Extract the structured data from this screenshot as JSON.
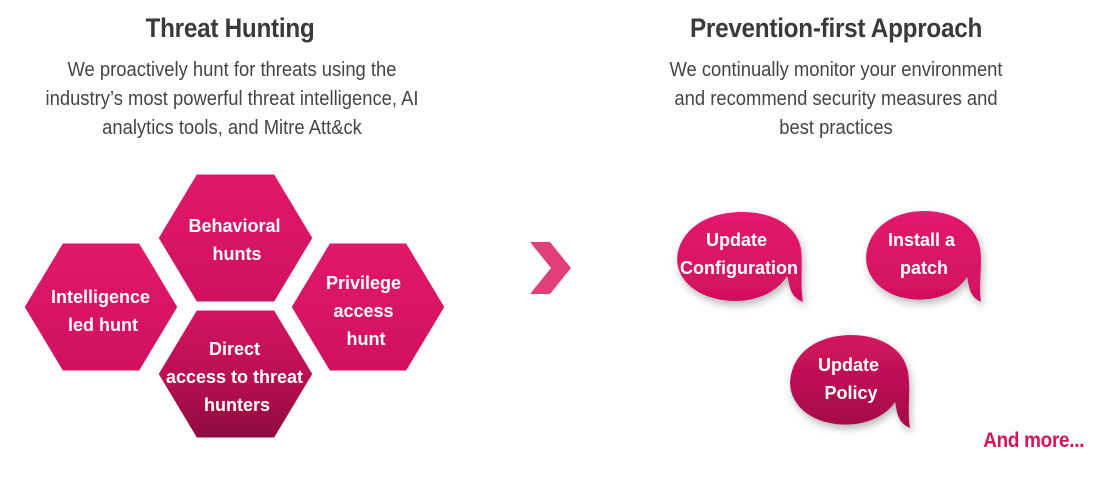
{
  "threat_hunting": {
    "title": "Threat Hunting",
    "description": "We proactively hunt for threats using the industry’s most powerful threat intelligence, AI analytics tools, and Mitre Att&ck",
    "hexagons": [
      {
        "label": "Behavioral hunts",
        "lines": [
          "Behavioral",
          "hunts"
        ]
      },
      {
        "label": "Intelligence led hunt",
        "lines": [
          "Intelligence",
          "led hunt"
        ]
      },
      {
        "label": "Privilege access hunt",
        "lines": [
          "Privilege",
          "access",
          "hunt"
        ]
      },
      {
        "label": "Direct access to threat hunters",
        "lines": [
          "Direct",
          "access to threat",
          "hunters"
        ]
      }
    ]
  },
  "prevention": {
    "title": "Prevention-first Approach",
    "description": "We continually monitor your environment and recommend security measures and best practices",
    "bubbles": [
      {
        "label": "Update Configuration",
        "lines": [
          "Update",
          "Configuration"
        ]
      },
      {
        "label": "Install a patch",
        "lines": [
          "Install a",
          "patch"
        ]
      },
      {
        "label": "Update Policy",
        "lines": [
          "Update",
          "Policy"
        ]
      }
    ],
    "more_label": "And more..."
  },
  "colors": {
    "accent": "#d4145a",
    "accent_dark": "#b00f4c",
    "chevron": "#e0407a",
    "title_text": "#3a3a3a",
    "body_text": "#444444"
  },
  "icons": {
    "arrow": "chevron-right-icon"
  }
}
